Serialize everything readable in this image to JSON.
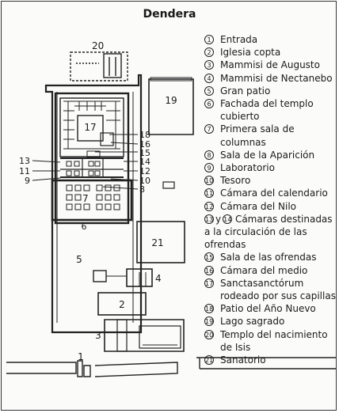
{
  "title": "Dendera",
  "legend": [
    {
      "num": "1",
      "text": "Entrada"
    },
    {
      "num": "2",
      "text": "Iglesia copta"
    },
    {
      "num": "3",
      "text": "Mammisi de Augusto"
    },
    {
      "num": "4",
      "text": "Mammisi de Nectanebo"
    },
    {
      "num": "5",
      "text": "Gran patio"
    },
    {
      "num": "6",
      "text": "Fachada del templo cubierto"
    },
    {
      "num": "7",
      "text": "Primera sala de columnas"
    },
    {
      "num": "8",
      "text": "Sala de la Aparición"
    },
    {
      "num": "9",
      "text": "Laboratorio"
    },
    {
      "num": "10",
      "text": "Tesoro"
    },
    {
      "num": "11",
      "text": "Cámara del calendario"
    },
    {
      "num": "12",
      "text": "Cámara del Nilo"
    },
    {
      "num": "13",
      "num2": "14",
      "joiner": "y",
      "text": "Cámaras destinadas a la circulación de las ofrendas"
    },
    {
      "num": "15",
      "text": "Sala de las ofrendas"
    },
    {
      "num": "16",
      "text": "Cámara del medio"
    },
    {
      "num": "17",
      "text": "Sanctasanctórum rodeado por sus capillas"
    },
    {
      "num": "18",
      "text": "Patio del Año Nuevo"
    },
    {
      "num": "19",
      "text": "Lago sagrado"
    },
    {
      "num": "20",
      "text": "Templo del nacimiento de Isis"
    },
    {
      "num": "21",
      "text": "Sanatorio"
    }
  ],
  "plan_labels": {
    "n1": "1",
    "n2": "2",
    "n3": "3",
    "n4": "4",
    "n5": "5",
    "n6": "6",
    "n7": "7",
    "n8": "8",
    "n9": "9",
    "n10": "10",
    "n11": "11",
    "n12": "12",
    "n13": "13",
    "n14": "14",
    "n15": "15",
    "n16": "16",
    "n17": "17",
    "n18": "18",
    "n19": "19",
    "n20": "20",
    "n21": "21"
  }
}
